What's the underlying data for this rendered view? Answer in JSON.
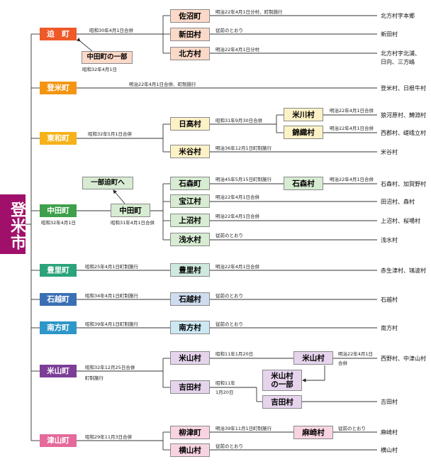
{
  "root": {
    "label": "登米市"
  },
  "towns": [
    {
      "key": "hasama",
      "label": "迫　町",
      "color": "#ee5a28"
    },
    {
      "key": "toyoma",
      "label": "登米町",
      "color": "#f39512"
    },
    {
      "key": "towa",
      "label": "東和町",
      "color": "#f6b21a"
    },
    {
      "key": "nakada",
      "label": "中田町",
      "color": "#3ea04a"
    },
    {
      "key": "toyosato",
      "label": "豊里町",
      "color": "#2aa37b"
    },
    {
      "key": "ishikoshi",
      "label": "石越町",
      "color": "#3a6fb4"
    },
    {
      "key": "minamikata",
      "label": "南方町",
      "color": "#2e96c8"
    },
    {
      "key": "yoneyama",
      "label": "米山町",
      "color": "#7d3e97"
    },
    {
      "key": "tsuyama",
      "label": "津山町",
      "color": "#e56a9b"
    }
  ],
  "villages": {
    "sanuma": "佐沼町",
    "niida": "新田村",
    "kitakata": "北方村",
    "nakadabu": "中田町の一部",
    "hidaka": "日高村",
    "yonekawa": "米川村",
    "nishikiori": "錦織村",
    "maiya": "米谷村",
    "ippu_hasama": "一部迫町へ",
    "nakada_mid": "中田町",
    "ishimori_town": "石森町",
    "ishimori_vil": "石森村",
    "hoe": "宝江村",
    "kaminuma": "上沼村",
    "asamizu": "浅水村",
    "toyosato_v": "豊里村",
    "ishikoshi_v": "石越村",
    "minamikata_v": "南方村",
    "yoneyama_v": "米山村",
    "yoneyama_v2": "米山村",
    "yoneyama_part": "米山村\nの一部",
    "yoshida": "吉田村",
    "yoshida2": "吉田村",
    "yanaizu": "柳津町",
    "yokoyama": "横山村",
    "asaki": "麻崎村"
  },
  "notes": {
    "hasama_merge": "昭和30年4月1日合併",
    "nakada_part_date": "昭和32年4月1日",
    "sanuma_note": "明治22年4月1日分村、町制施行",
    "niida_note": "従前のとおり",
    "kitakata_note": "明治22年4月1日分村",
    "toyoma_note": "明治22年4月1日合併、町制施行",
    "towa_merge": "昭和32年5月1日合併",
    "hidaka_note": "昭和31年9月30日合併",
    "yonekawa_note": "明治22年4月1日合併",
    "nishikiori_note": "明治22年4月1日合併",
    "maiya_note": "明治36年12月1日町制施行",
    "nakada_date": "昭和32年4月1日",
    "nakada_mid_note": "昭和31年4月1日合併",
    "ishimori_note": "明治45年5月15日町制施行",
    "ishimori_vil_note": "明治22年4月1日合併",
    "hoe_note": "明治22年4月1日合併",
    "kaminuma_note": "明治22年4月1日合併",
    "asamizu_note": "従前のとおり",
    "toyosato_note": "昭和25年4月1日町制施行",
    "toyosato_v_note": "明治22年4月1日合併",
    "ishikoshi_note": "昭和34年4月1日町制施行",
    "ishikoshi_v_note": "従前のとおり",
    "minamikata_note": "昭和39年4月1日町制施行",
    "minamikata_v_note": "従前のとおり",
    "yoneyama_merge": "昭和32年12月25日合併",
    "yoneyama_town": "町制施行",
    "yoneyama_v_note": "昭和11年1月20日",
    "yoneyama_v2_note": "明治22年4月1日",
    "yoneyama_v2_note2": "合併",
    "yoshida_note1": "昭和11年",
    "yoshida_note2": "1月20日",
    "tsuyama_merge": "昭和29年11月3日合併",
    "yanaizu_note": "明治39年11月1日町制施行",
    "asaki_note": "従前のとおり",
    "yokoyama_note": "従前のとおり"
  },
  "origins": {
    "sanuma": "北方村字本郷",
    "niida": "新田村",
    "kitakata1": "北方村字北浦、",
    "kitakata2": "日向、三方嶋",
    "toyoma": "登米村、日根牛村",
    "yonekawa": "狼河原村、鱒淵村",
    "nishikiori": "西郡村、嵯峨立村",
    "maiya": "米谷村",
    "ishimori": "石森村、加賀野村",
    "hoe": "田沼村、森村",
    "kaminuma": "上沼村、桜場村",
    "asamizu": "浅水村",
    "toyosato": "赤生津村、鴇波村",
    "ishikoshi": "石越村",
    "minamikata": "南方村",
    "yoneyama": "西野村、中津山村",
    "yoshida": "吉田村",
    "asaki": "麻崎村",
    "yokoyama": "横山村"
  }
}
